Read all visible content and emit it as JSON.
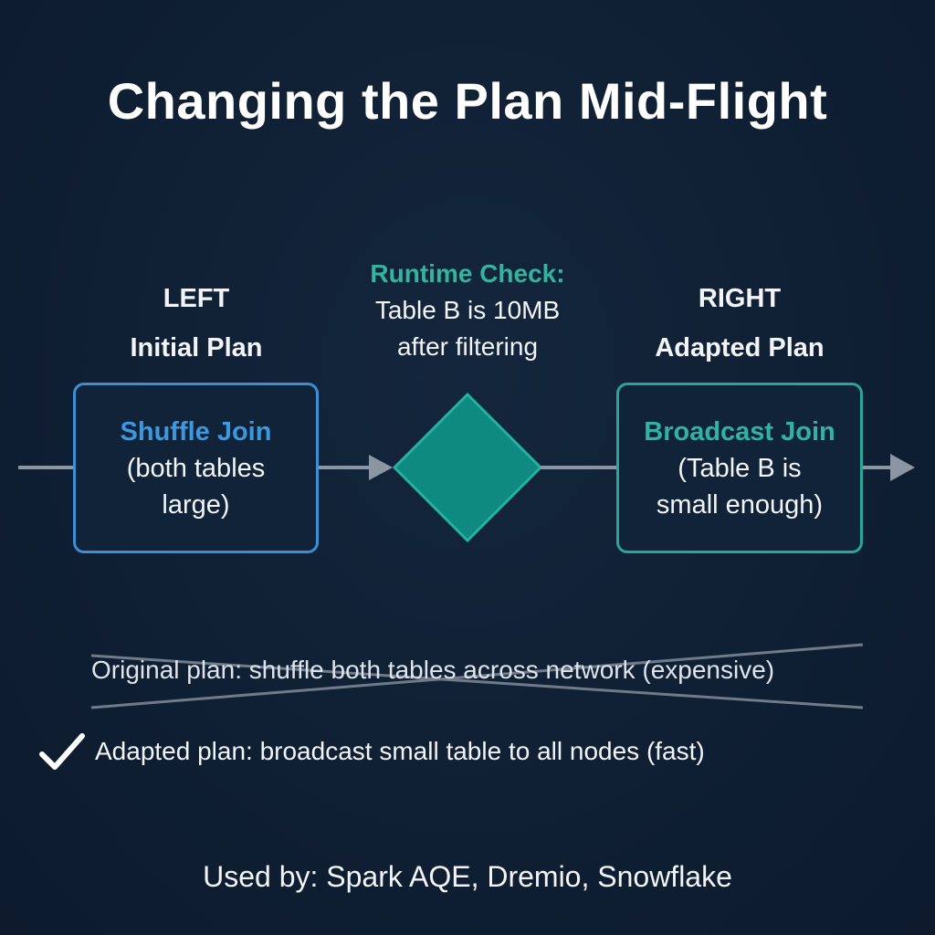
{
  "title": "Changing the Plan Mid-Flight",
  "left": {
    "heading": "LEFT",
    "subheading": "Initial Plan",
    "box_title": "Shuffle Join",
    "box_line1": "(both tables",
    "box_line2": "large)"
  },
  "runtime_check": {
    "title": "Runtime Check:",
    "line1": "Table B is 10MB",
    "line2": "after filtering"
  },
  "right": {
    "heading": "RIGHT",
    "subheading": "Adapted Plan",
    "box_title": "Broadcast Join",
    "box_line1": "(Table B is",
    "box_line2": "small enough)"
  },
  "original_plan": "Original plan: shuffle both tables across network (expensive)",
  "adapted_plan": "Adapted plan: broadcast small table to all nodes (fast)",
  "used_by": "Used by: Spark AQE, Dremio, Snowflake",
  "colors": {
    "background": "#0f1f33",
    "left_accent": "#3b8fd4",
    "right_accent": "#2aa59a",
    "decision_fill": "#0e8a80",
    "connector": "#8a96a3"
  },
  "icons": {
    "decision": "diamond-icon",
    "success": "check-icon"
  }
}
